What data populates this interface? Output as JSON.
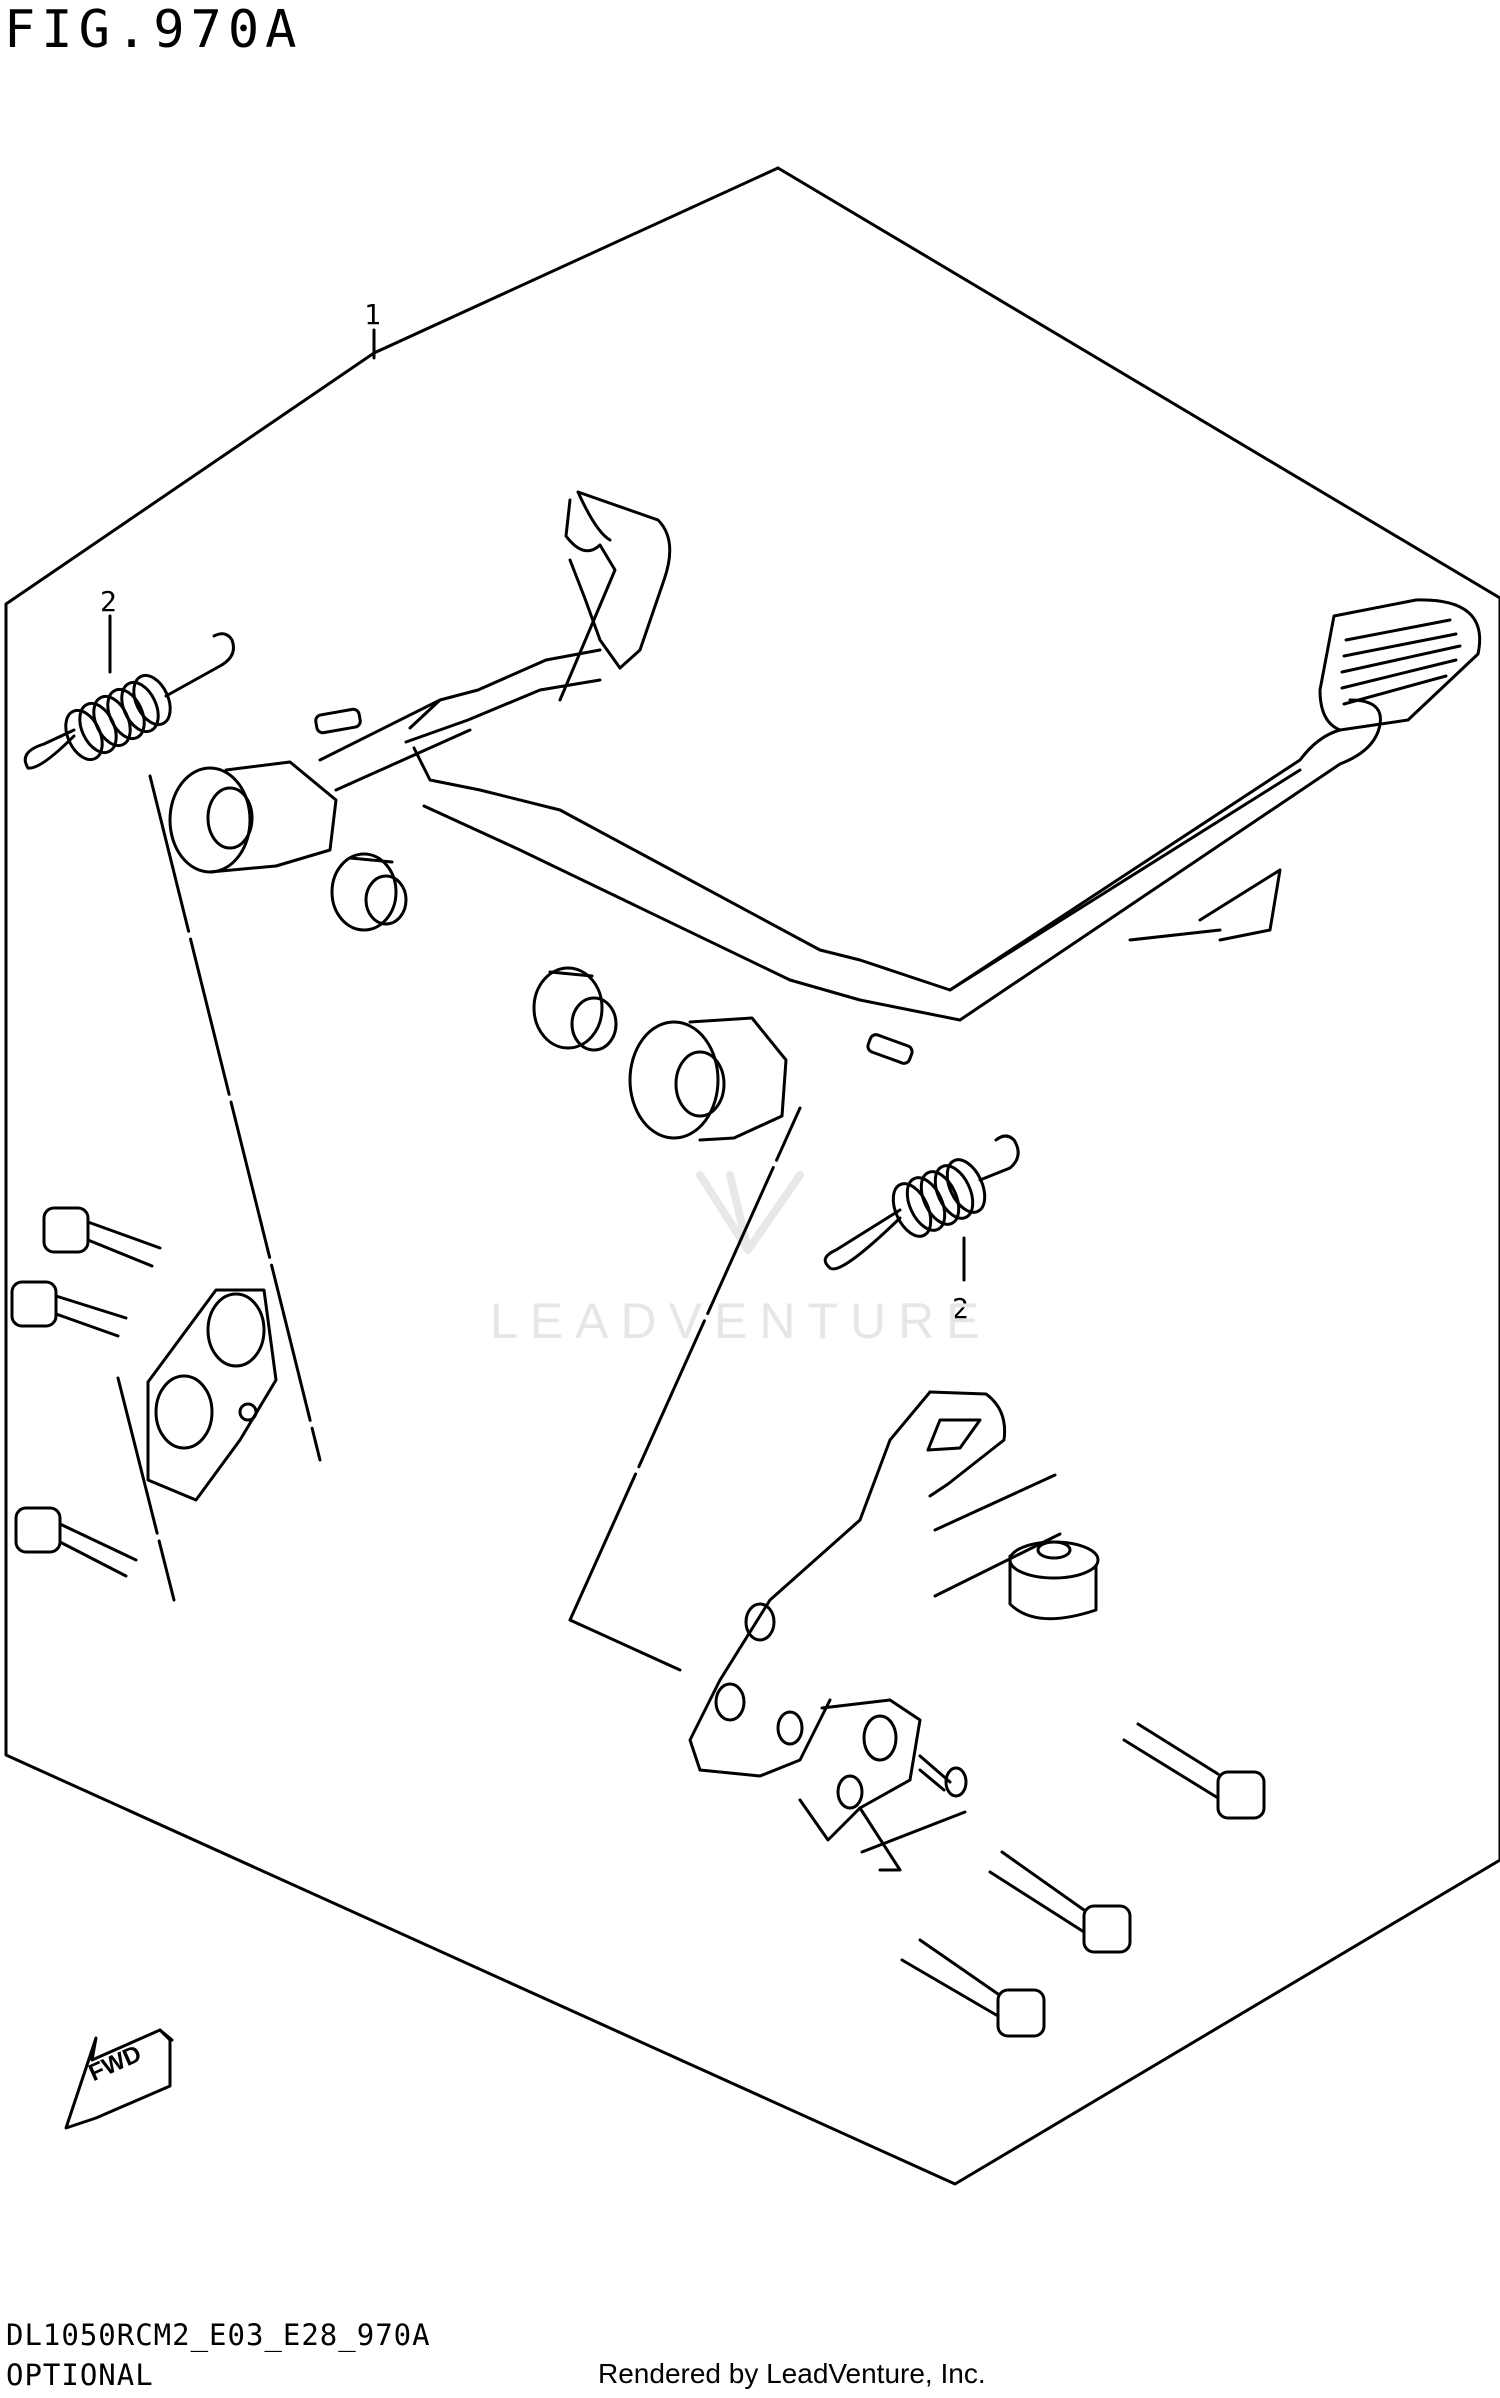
{
  "figure": {
    "title": "FIG.970A",
    "model_code": "DL1050RCM2_E03_E28_970A",
    "optional_label": "OPTIONAL",
    "render_credit": "Rendered by LeadVenture, Inc.",
    "watermark": "LEADVENTURE"
  },
  "callouts": {
    "part_1": "1",
    "part_2_upper": "2",
    "part_2_lower": "2"
  },
  "fwd_arrow": {
    "label": "FWD"
  }
}
